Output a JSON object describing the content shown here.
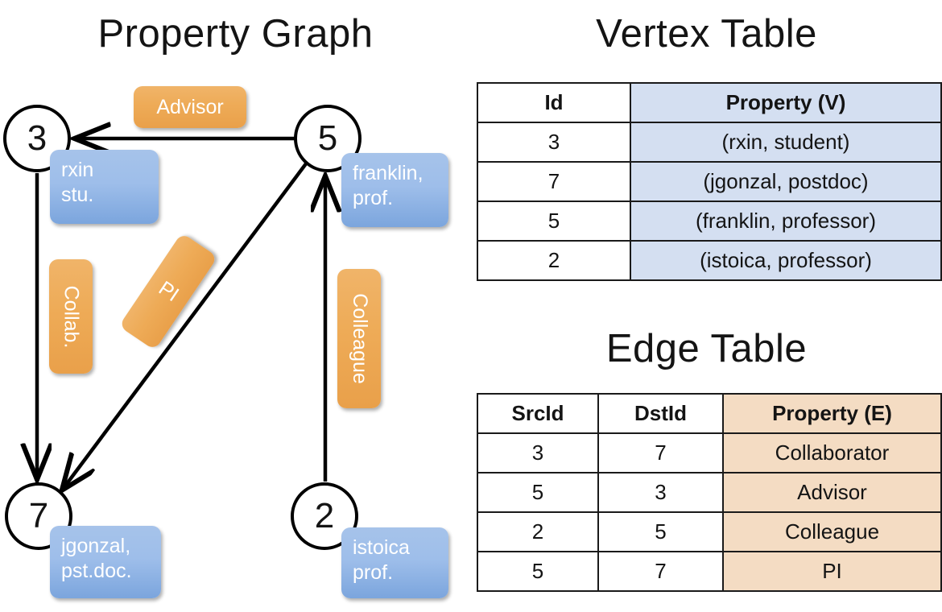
{
  "panels": {
    "graph_title": "Property Graph",
    "vertex_title": "Vertex Table",
    "edge_title": "Edge Table"
  },
  "colors": {
    "vertex_cell": "#d4dff1",
    "edge_cell": "#f4dcc3",
    "vertex_box": "#9ebeea",
    "edge_box": "#eeab57",
    "stroke": "#000000"
  },
  "graph": {
    "nodes": [
      {
        "id": "3",
        "property": "rxin\nstu."
      },
      {
        "id": "5",
        "property": "franklin,\nprof."
      },
      {
        "id": "7",
        "property": "jgonzal,\npst.doc."
      },
      {
        "id": "2",
        "property": "istoica\nprof."
      }
    ],
    "edge_labels": [
      {
        "name": "advisor",
        "text": "Advisor"
      },
      {
        "name": "collab",
        "text": "Collab."
      },
      {
        "name": "pi",
        "text": "PI"
      },
      {
        "name": "colleague",
        "text": "Colleague"
      }
    ]
  },
  "vertex_table": {
    "headers": [
      "Id",
      "Property (V)"
    ],
    "rows": [
      [
        "3",
        "(rxin, student)"
      ],
      [
        "7",
        "(jgonzal, postdoc)"
      ],
      [
        "5",
        "(franklin, professor)"
      ],
      [
        "2",
        "(istoica, professor)"
      ]
    ]
  },
  "edge_table": {
    "headers": [
      "SrcId",
      "DstId",
      "Property (E)"
    ],
    "rows": [
      [
        "3",
        "7",
        "Collaborator"
      ],
      [
        "5",
        "3",
        "Advisor"
      ],
      [
        "2",
        "5",
        "Colleague"
      ],
      [
        "5",
        "7",
        "PI"
      ]
    ]
  }
}
